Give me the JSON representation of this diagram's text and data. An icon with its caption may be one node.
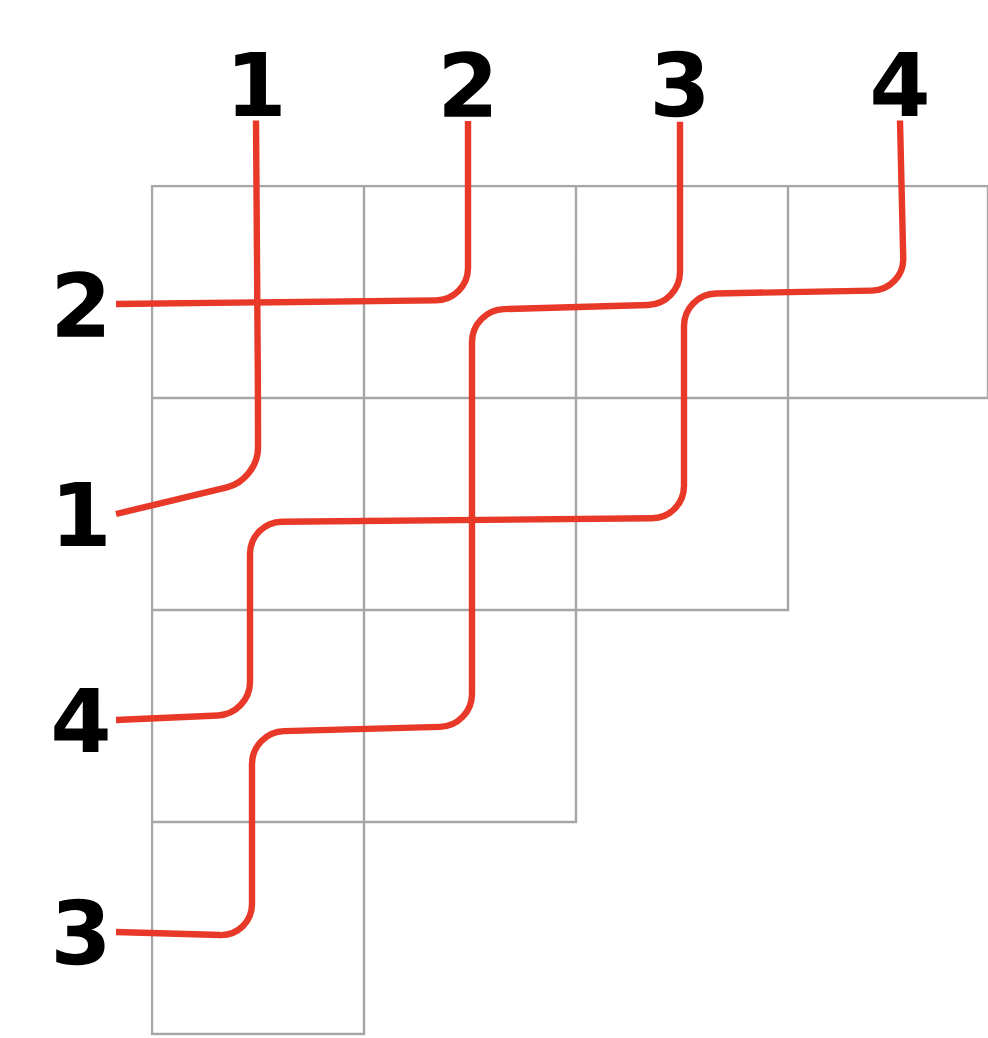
{
  "diagram": {
    "nodes": [
      {
        "text": [
          "1"
        ]
      },
      {
        "text": [
          "2"
        ]
      },
      {
        "text": [
          "3"
        ]
      },
      {
        "text": [
          "4"
        ]
      },
      {
        "text": [
          "2"
        ]
      },
      {
        "text": [
          "1"
        ]
      },
      {
        "text": [
          "4"
        ]
      },
      {
        "text": [
          "3"
        ]
      }
    ],
    "edges": [
      {
        "from": 0,
        "to": 5,
        "arrow": "none"
      },
      {
        "from": 1,
        "to": 4,
        "arrow": "none"
      },
      {
        "from": 2,
        "to": 7,
        "arrow": "none"
      },
      {
        "from": 3,
        "to": 6,
        "arrow": "none"
      }
    ]
  }
}
